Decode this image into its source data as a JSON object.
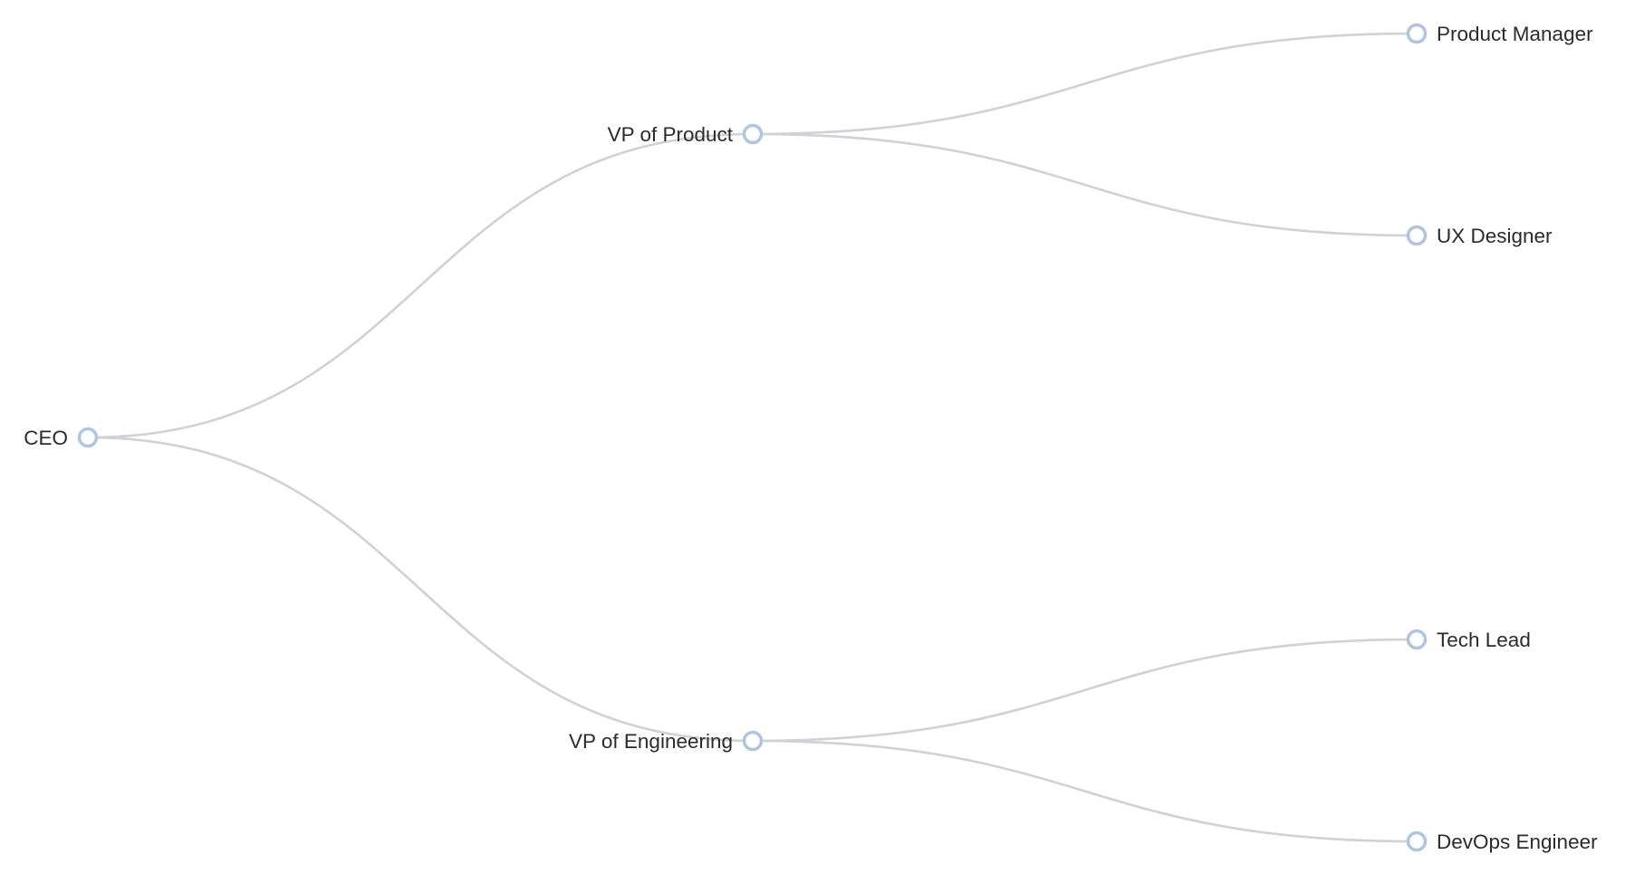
{
  "tree": {
    "name": "CEO",
    "children": [
      {
        "name": "VP of Product",
        "children": [
          {
            "name": "Product Manager"
          },
          {
            "name": "UX Designer"
          }
        ]
      },
      {
        "name": "VP of Engineering",
        "children": [
          {
            "name": "Tech Lead"
          },
          {
            "name": "DevOps Engineer"
          }
        ]
      }
    ]
  },
  "colors": {
    "link": "#d0d1d6",
    "node_stroke": "#b0c4de",
    "node_fill": "#ffffff",
    "label": "#2b2b2b"
  }
}
